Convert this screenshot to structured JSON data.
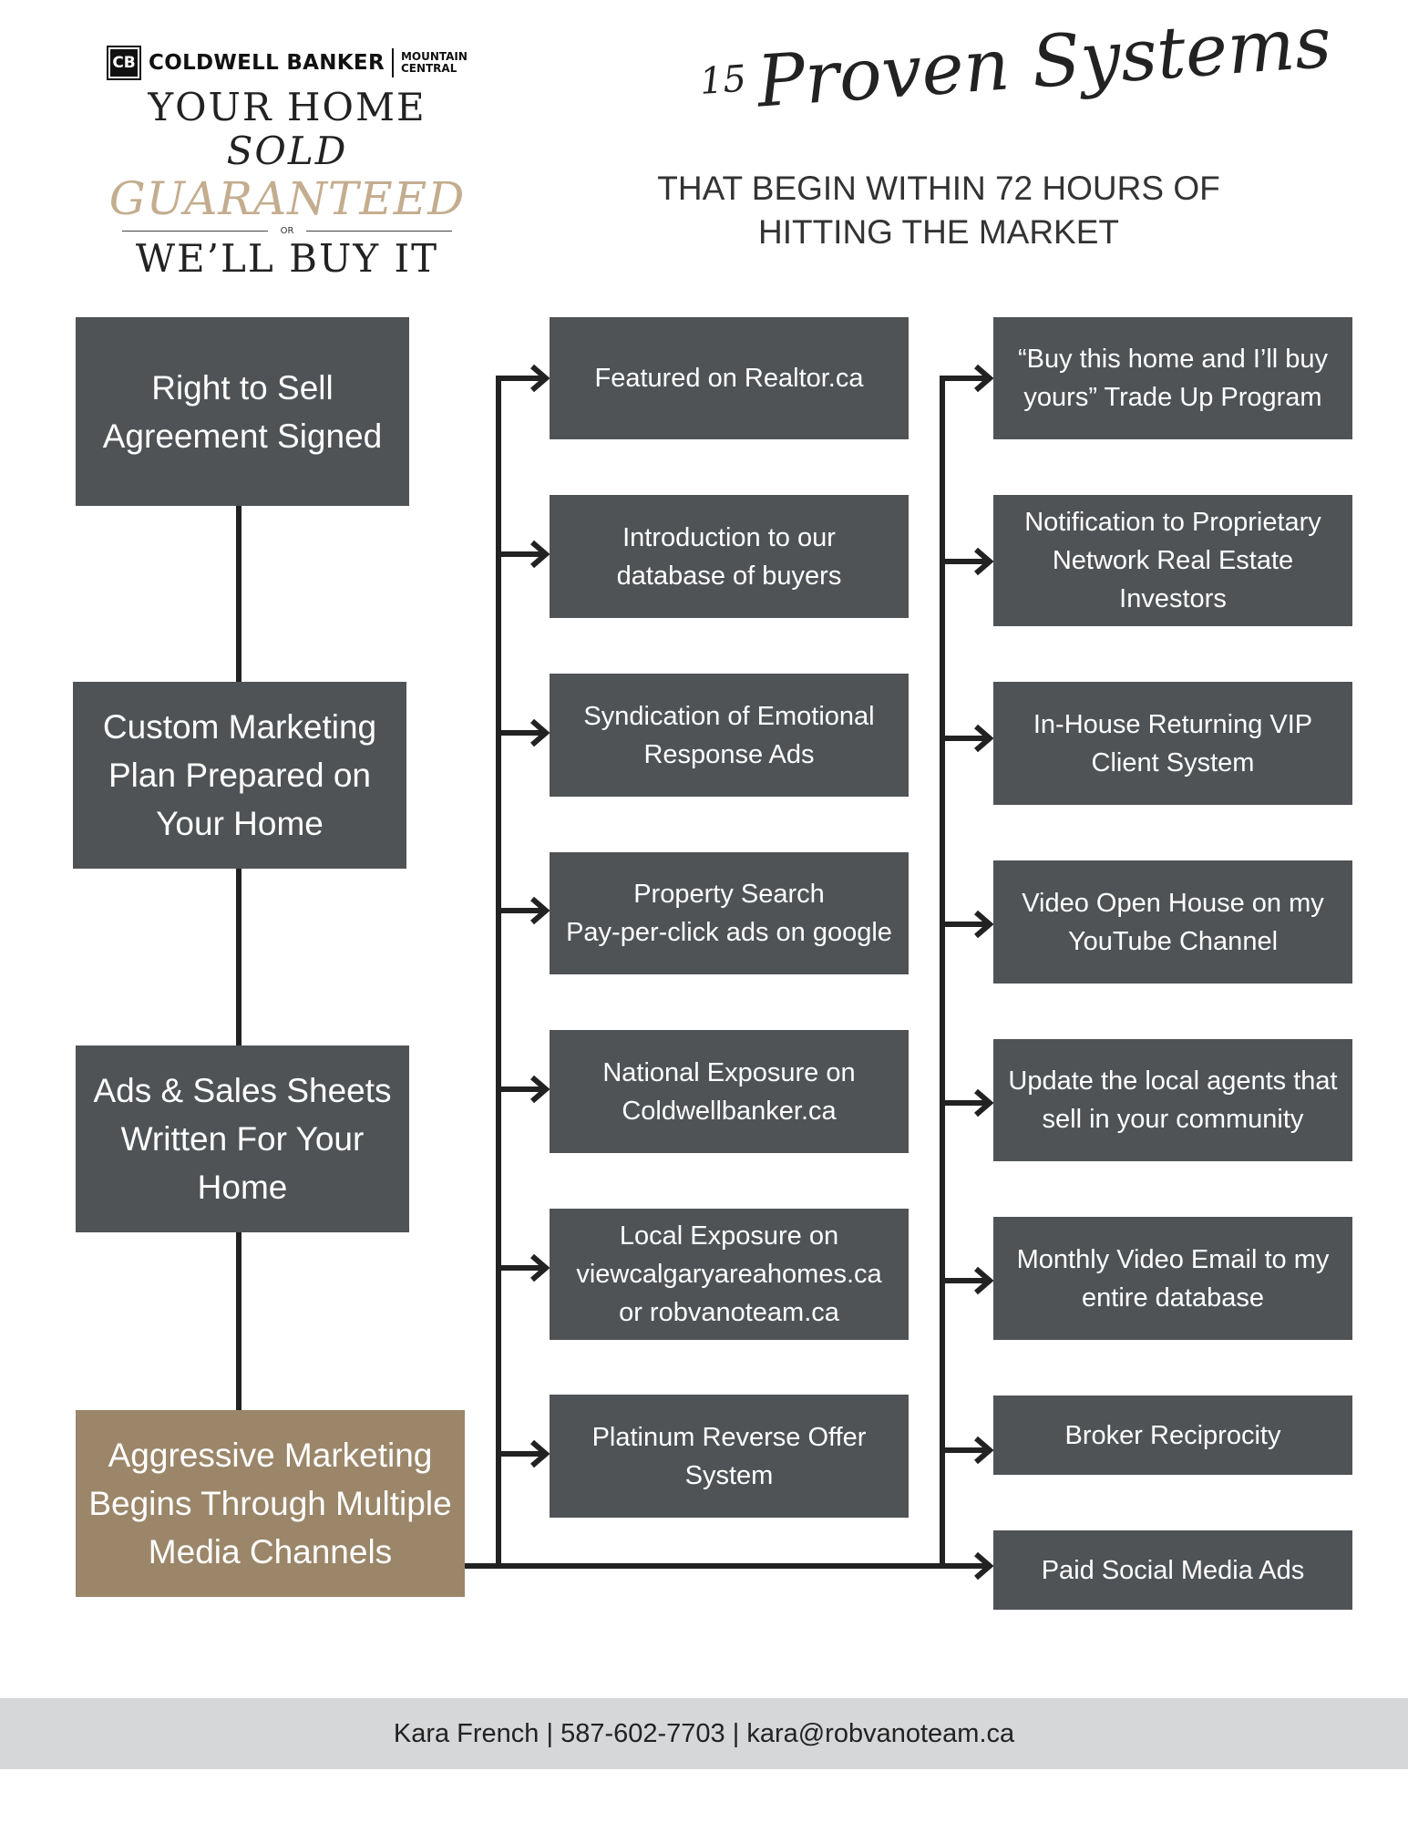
{
  "brand": {
    "logo_mark": "CB",
    "name": "COLDWELL BANKER",
    "sub_line1": "MOUNTAIN",
    "sub_line2": "CENTRAL",
    "tagline_prefix": "YOUR HOME ",
    "tagline_italic": "SOLD",
    "tagline_guaranteed": "GUARANTEED",
    "tagline_or": "OR",
    "tagline_end": "WE’LL BUY IT"
  },
  "heading": {
    "number": "15",
    "script": "Proven Systems",
    "subtitle": "THAT BEGIN WITHIN 72 HOURS OF\nHITTING THE MARKET"
  },
  "steps": [
    "Right to Sell\nAgreement Signed",
    "Custom Marketing\nPlan Prepared on\nYour Home",
    "Ads & Sales Sheets\nWritten For Your\nHome",
    "Aggressive Marketing\nBegins Through Multiple\nMedia Channels"
  ],
  "systems_column_1": [
    "Featured on Realtor.ca",
    "Introduction to our\ndatabase of buyers",
    "Syndication of Emotional\nResponse Ads",
    "Property Search\nPay-per-click ads on google",
    "National Exposure on\nColdwellbanker.ca",
    "Local Exposure on\nviewcalgaryareahomes.ca\nor robvanoteam.ca",
    "Platinum Reverse Offer\nSystem"
  ],
  "systems_column_2": [
    "“Buy this home and I’ll buy\nyours” Trade Up Program",
    "Notification to Proprietary\nNetwork Real Estate\nInvestors",
    "In-House Returning VIP\nClient System",
    "Video Open House on my\nYouTube Channel",
    "Update the local agents that\nsell in your community",
    "Monthly Video Email to my\nentire database",
    "Broker Reciprocity",
    "Paid Social Media Ads"
  ],
  "footer": {
    "contact": "Kara French | 587-602-7703 | kara@robvanoteam.ca"
  },
  "colors": {
    "box": "#4f5356",
    "accent_box": "#9b8669",
    "connector": "#222222",
    "gold_text": "#c4ad8f",
    "footer_band": "#d6d7d9"
  }
}
